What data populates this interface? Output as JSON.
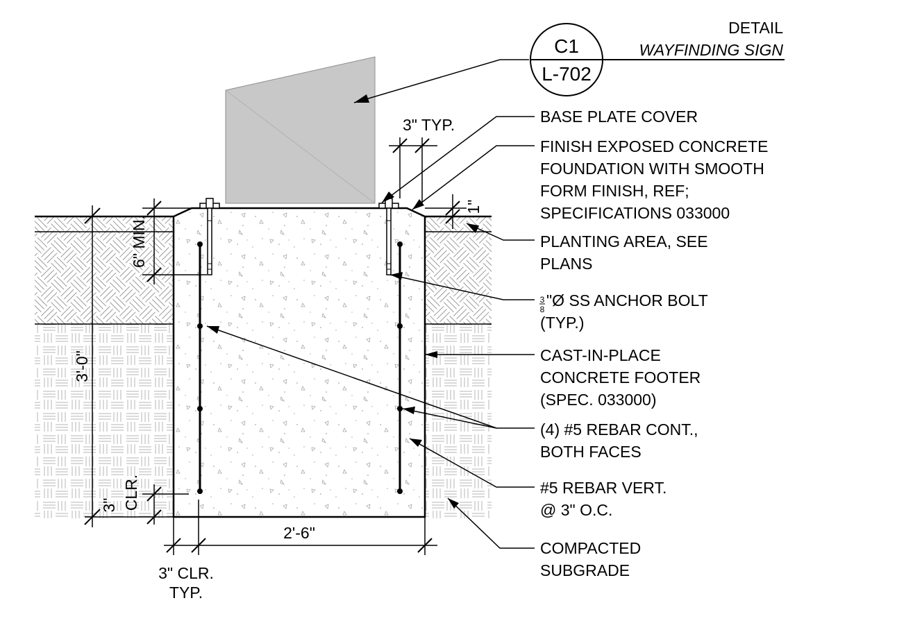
{
  "title_block": {
    "detail": "DETAIL",
    "detail_id": "C1",
    "sheet": "L-702",
    "name": "WAYFINDING SIGN"
  },
  "callouts": {
    "base_plate_cover": "BASE PLATE COVER",
    "finish": [
      "FINISH EXPOSED CONCRETE",
      "FOUNDATION WITH SMOOTH",
      "FORM FINISH, REF;",
      "SPECIFICATIONS 033000"
    ],
    "planting": [
      "PLANTING AREA, SEE",
      "PLANS"
    ],
    "anchor_num": "3",
    "anchor_den": "8",
    "anchor": [
      "\"Ø SS ANCHOR BOLT",
      "(TYP.)"
    ],
    "footer": [
      "CAST-IN-PLACE",
      "CONCRETE FOOTER",
      "(SPEC. 033000)"
    ],
    "rebar_cont": [
      "(4) #5 REBAR CONT.,",
      "BOTH FACES"
    ],
    "rebar_vert": [
      "#5 REBAR VERT.",
      "@ 3\" O.C."
    ],
    "subgrade": [
      "COMPACTED",
      "SUBGRADE"
    ]
  },
  "dimensions": {
    "three_typ": "3\" TYP.",
    "one_inch": "1\"",
    "six_min": "6\" MIN.",
    "depth": "3'-0\"",
    "three": "3\"",
    "clr": "CLR.",
    "width": "2'-6\"",
    "three_clr": "3\" CLR.",
    "typ": "TYP."
  },
  "colors": {
    "line": "#000000",
    "sign_panel": "#c8c8c8",
    "hatch": "#9a9a9a",
    "aggregate": "#a8a8a8"
  }
}
